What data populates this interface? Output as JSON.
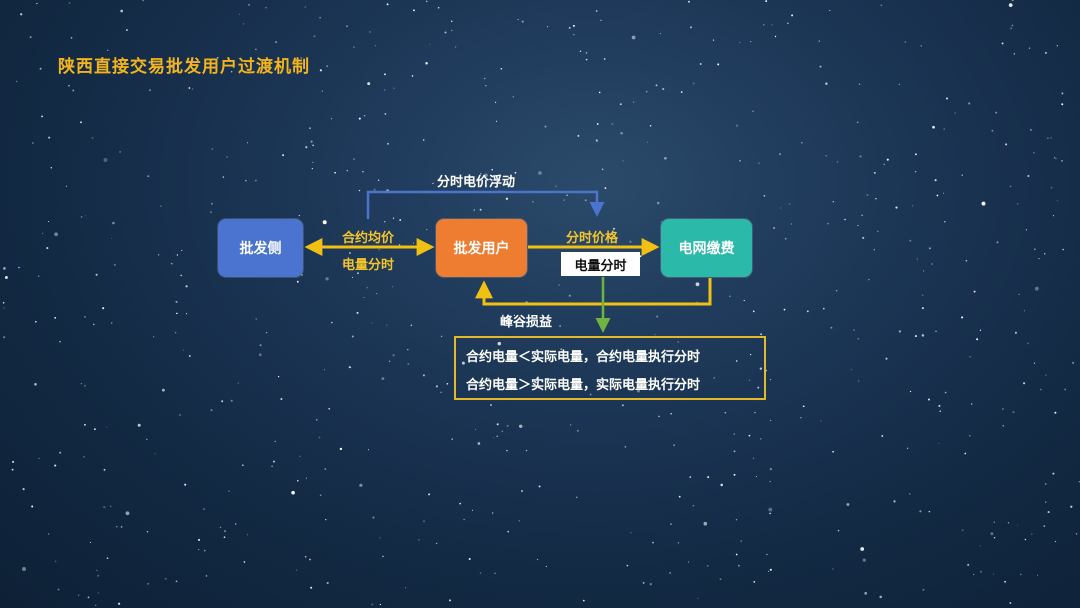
{
  "title": "陕西直接交易批发用户过渡机制",
  "nodes": {
    "wholesale_side": "批发侧",
    "wholesale_user": "批发用户",
    "grid_payment": "电网缴费"
  },
  "labels": {
    "tou_price_float": "分时电价浮动",
    "contract_avg_price": "合约均价",
    "volume_tou_left": "电量分时",
    "tou_price": "分时价格",
    "volume_tou_box": "电量分时",
    "peak_valley_pnl": "峰谷损益"
  },
  "rules": [
    "合约电量＜实际电量，合约电量执行分时",
    "合约电量＞实际电量，实际电量执行分时"
  ],
  "colors": {
    "title": "#f3b41c",
    "wholesale_box": "#4a74cf",
    "user_box": "#ee7d31",
    "grid_box": "#2bb9a9",
    "yellow_arrow": "#f2c012",
    "blue_arrow": "#4a74cf",
    "green_arrow": "#6fb43f"
  }
}
